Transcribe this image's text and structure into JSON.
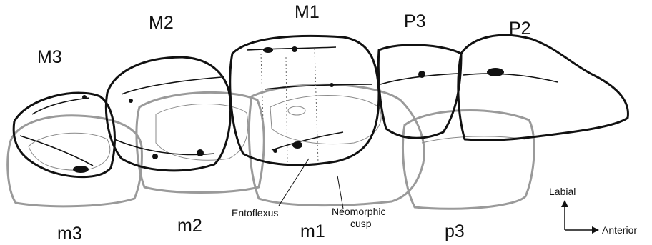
{
  "upper_teeth": {
    "m3_upper": "M3",
    "m2_upper": "M2",
    "m1_upper": "M1",
    "p3_upper": "P3",
    "p2_upper": "P2"
  },
  "lower_teeth": {
    "m3_lower": "m3",
    "m2_lower": "m2",
    "m1_lower": "m1",
    "p3_lower": "p3"
  },
  "annotations": {
    "entoflexus": "Entoflexus",
    "neomorphic_line1": "Neomorphic",
    "neomorphic_line2": "cusp"
  },
  "orientation": {
    "labial": "Labial",
    "anterior": "Anterior"
  },
  "colors": {
    "upper_outline": "#111111",
    "lower_outline": "#9a9a9a"
  }
}
